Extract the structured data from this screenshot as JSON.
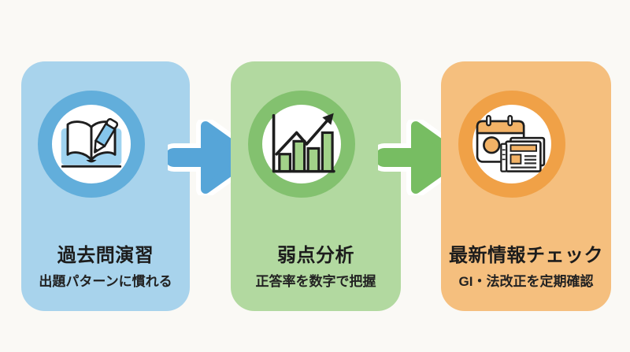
{
  "background": "#FAF9F5",
  "ink_color": "#1E1E1E",
  "steps": [
    {
      "title": "過去問演習",
      "subtitle": "出題パターンに慣れる",
      "icon": "open-book-pencil-icon",
      "colors": {
        "card": "#A8D3EC",
        "ring": "#62AEDB",
        "accent": "#85C6EB",
        "accent2": "#9FD3F0"
      }
    },
    {
      "title": "弱点分析",
      "subtitle": "正答率を数字で把握",
      "icon": "bar-chart-growth-icon",
      "colors": {
        "card": "#B2D9A0",
        "ring": "#83C16F",
        "accent": "#A2D289"
      }
    },
    {
      "title": "最新情報チェック",
      "subtitle": "GI・法改正を定期確認",
      "icon": "calendar-newspaper-icon",
      "colors": {
        "card": "#F5BF7E",
        "ring": "#F0A147",
        "accent": "#F2B266"
      }
    }
  ],
  "arrows": [
    {
      "color": "#56A5D8"
    },
    {
      "color": "#77BD62"
    }
  ]
}
